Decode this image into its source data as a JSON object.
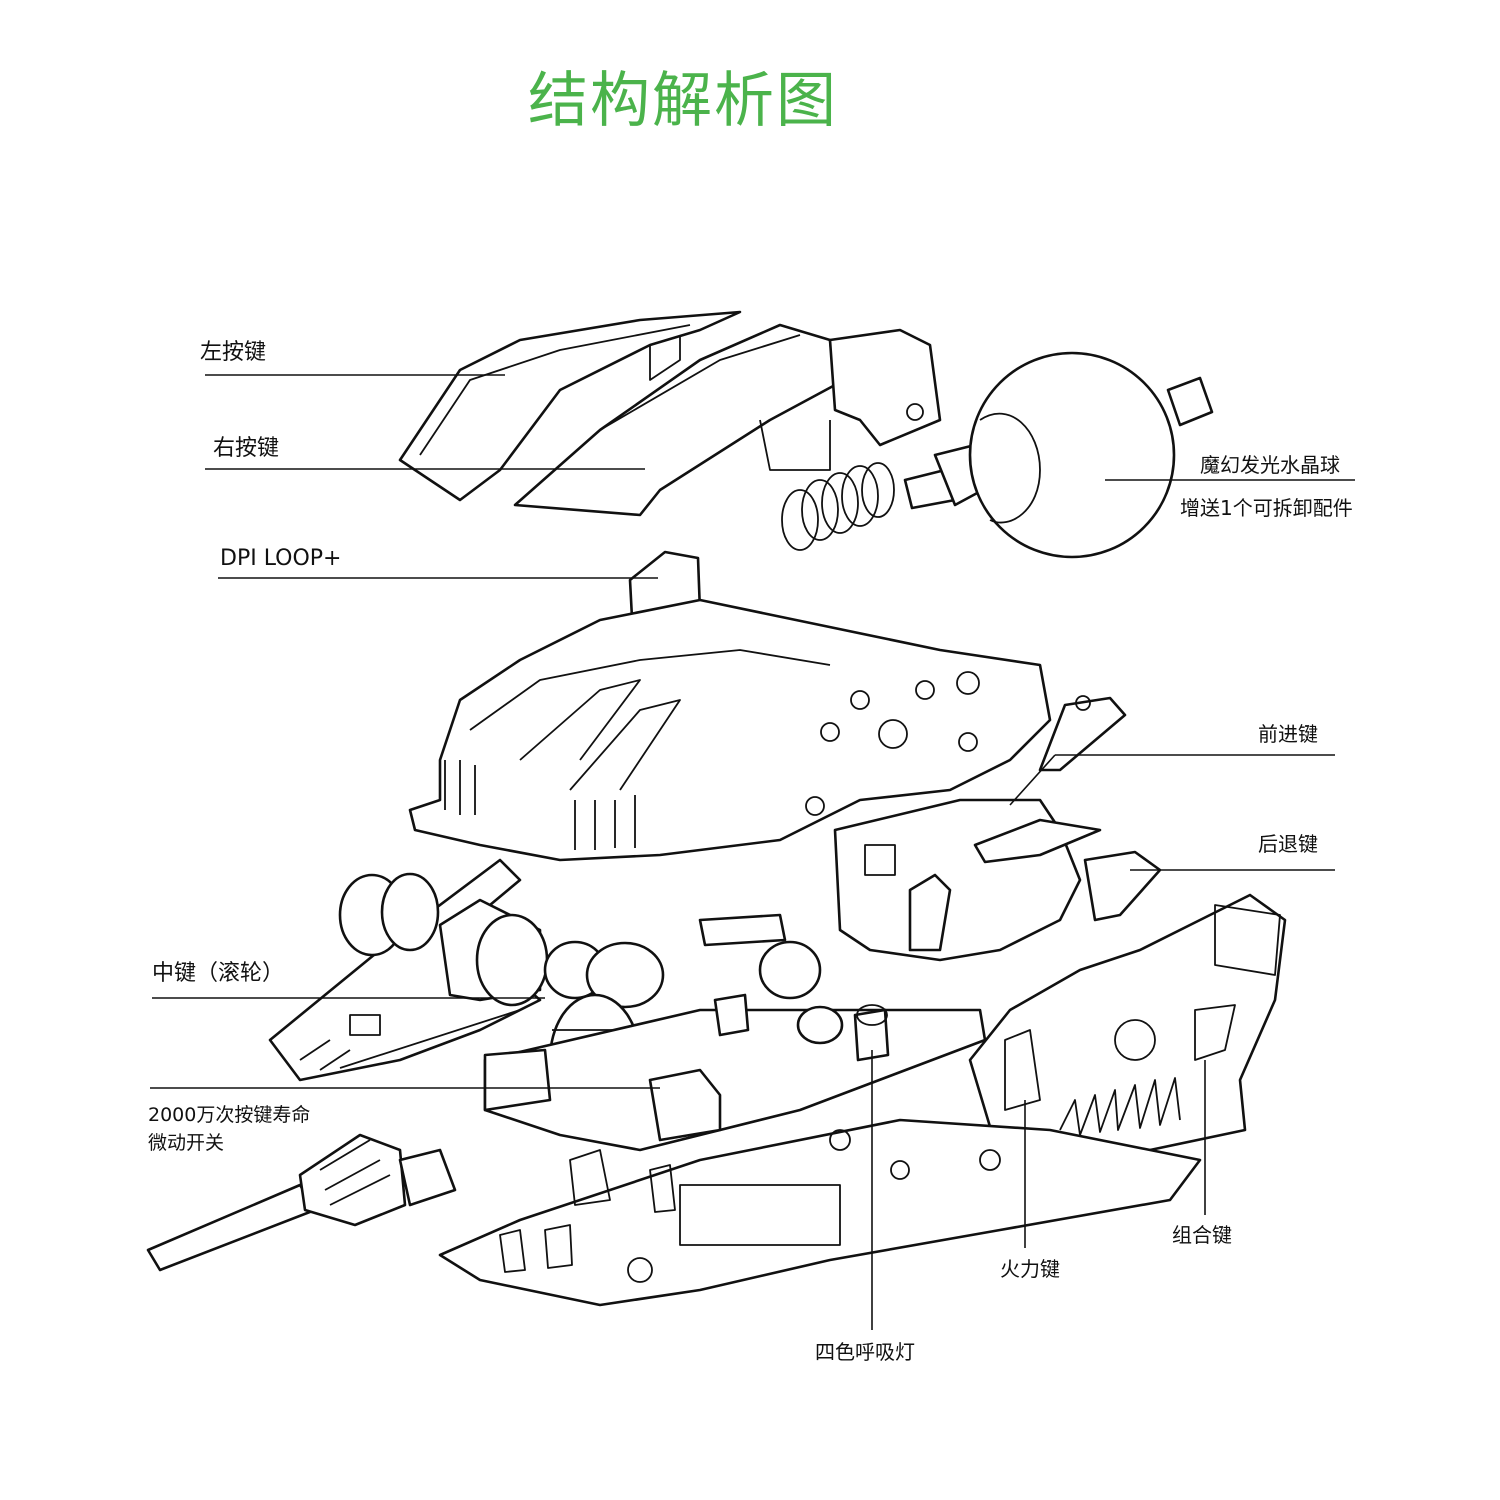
{
  "title": "结构解析图",
  "title_color": "#4bb34b",
  "labels": {
    "left_button": "左按键",
    "right_button": "右按键",
    "dpi": "DPI LOOP+",
    "crystal_ball": "魔幻发光水晶球",
    "crystal_ball_note": "增送1个可拆卸配件",
    "forward_key": "前进键",
    "back_key": "后退键",
    "middle_key": "中键（滚轮）",
    "switch_line1": "2000万次按键寿命",
    "switch_line2": "微动开关",
    "combo_key": "组合键",
    "fire_key": "火力键",
    "breathing_light": "四色呼吸灯"
  }
}
